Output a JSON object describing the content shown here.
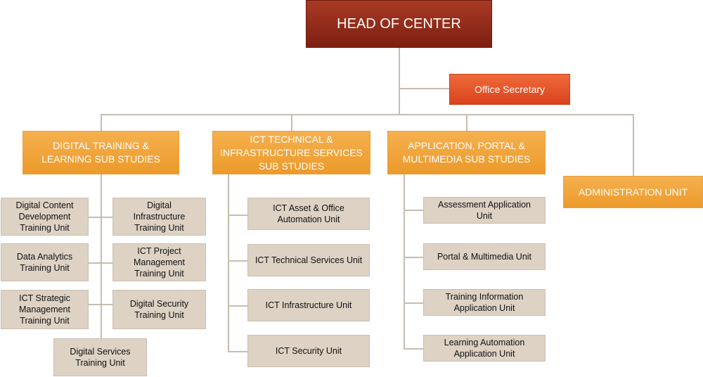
{
  "head": "HEAD OF CENTER",
  "secretary": "Office Secretary",
  "departments": {
    "digital_training": {
      "title": "DIGITAL TRAINING &\nLEARNING SUB STUDIES",
      "units": [
        "Digital Content\nDevelopment\nTraining Unit",
        "Digital\nInfrastructure\nTraining Unit",
        "Data Analytics\nTraining Unit",
        "ICT Project\nManagement\nTraining Unit",
        "ICT Strategic\nManagement\nTraining Unit",
        "Digital Security\nTraining Unit",
        "Digital Services\nTraining Unit"
      ]
    },
    "ict_technical": {
      "title": "ICT TECHNICAL &\nINFRASTRUCTURE SERVICES\nSUB STUDIES",
      "units": [
        "ICT Asset & Office\nAutomation Unit",
        "ICT Technical Services Unit",
        "ICT Infrastructure Unit",
        "ICT Security Unit"
      ]
    },
    "application_portal": {
      "title": "APPLICATION, PORTAL &\nMULTIMEDIA  SUB STUDIES",
      "units": [
        "Assessment Application\nUnit",
        "Portal & Multimedia Unit",
        "Training Information\nApplication Unit",
        "Learning Automation\nApplication Unit"
      ]
    },
    "administration": {
      "title": "ADMINISTRATION UNIT"
    }
  },
  "colors": {
    "head": "#8b2a17",
    "secretary": "#e8582a",
    "department": "#f0a43a",
    "unit": "#ddd2c4",
    "connector": "#c5bdb0"
  }
}
